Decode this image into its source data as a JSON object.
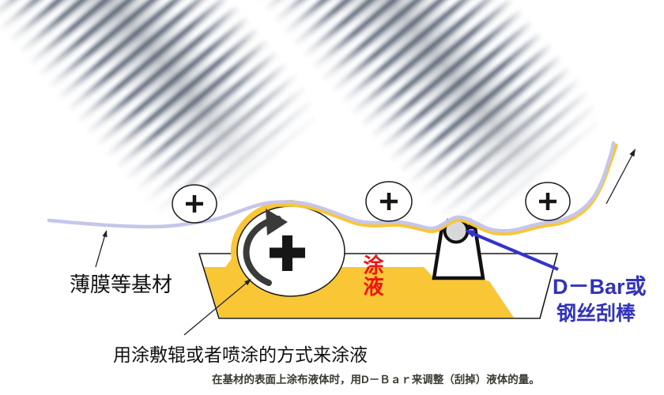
{
  "figure": {
    "description_labels": {
      "substrate": "薄膜等基材",
      "coating_method": "用涂敷辊或者喷涂的方式来涂液",
      "liquid": "涂液",
      "dbar_line1": "D－Bar或",
      "dbar_line2": "钢丝刮棒",
      "caption": "在基材的表面上涂布液体时，用D－Ｂａｒ来调整（刮掉）液体的量。"
    },
    "icons": {
      "roller_center_mark": "+",
      "rotation_arrow": "clockwise-arrow",
      "film_direction_arrow": "up-right-arrow"
    }
  },
  "colors": {
    "film": "#C6C6EC",
    "coating": "#F9C636",
    "liquidLabel": "#EE1313",
    "dbarLabel": "#3232BB",
    "caption": "#3B3B33",
    "ink": "#1A1A1A",
    "rotation": "#3A3A3A",
    "barFill": "#D8D8D8",
    "arrow": "#3333CC"
  }
}
